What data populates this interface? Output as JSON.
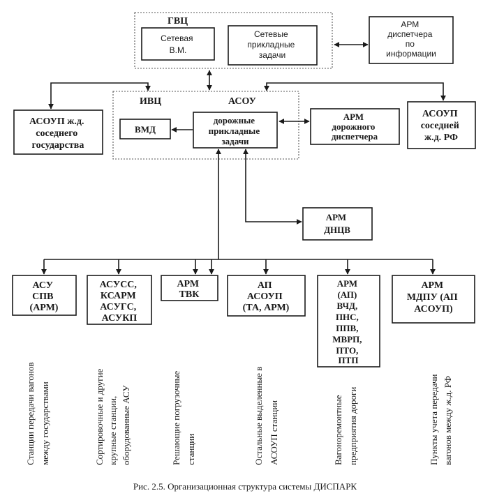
{
  "gvc": {
    "title": "ГВЦ",
    "set_vm": [
      "Сетевая",
      "В.М."
    ],
    "set_tasks": [
      "Сетевые",
      "прикладные",
      "задачи"
    ]
  },
  "arm_info": [
    "АРМ",
    "диспетчера",
    "по",
    "информации"
  ],
  "ivc": {
    "title": "ИВЦ",
    "asou": "АСОУ",
    "vmd": "ВМД",
    "road_tasks": [
      "дорожные",
      "прикладные",
      "задачи"
    ]
  },
  "asoup_neighbor_state": [
    "АСОУП ж.д.",
    "соседнего",
    "государства"
  ],
  "arm_road_disp": [
    "АРМ",
    "дорожного",
    "диспетчера"
  ],
  "asoup_neighbor_rf": [
    "АСОУП",
    "соседней",
    "ж.д. РФ"
  ],
  "arm_dncv": [
    "АРМ",
    "ДНЦВ"
  ],
  "bottom_boxes": [
    [
      "АСУ",
      "СПВ",
      "(АРМ)"
    ],
    [
      "АСУСС,",
      "КСАРМ",
      "АСУГС,",
      "АСУКП"
    ],
    [
      "АРМ",
      "ТВК"
    ],
    [
      "АП",
      "АСОУП",
      "(ТА, АРМ)"
    ],
    [
      "АРМ",
      "(АП)",
      "ВЧД,",
      "ПНС,",
      "ППВ,",
      "МВРП,",
      "ПТО,",
      "ПТП"
    ],
    [
      "АРМ",
      "МДПУ (АП",
      "АСОУП)"
    ]
  ],
  "captions": [
    [
      "Станции передачи вагонов",
      "между государствами"
    ],
    [
      "Сортировочные и другие",
      "крупные станции,",
      "оборудованные АСУ"
    ],
    [
      "Решающие погрузочные",
      "станции"
    ],
    [
      "Остальные выделенные в",
      "АСОУП станции"
    ],
    [
      "Вагоноремонтные",
      "предприятия дороги"
    ],
    [
      "Пункты учета передачи",
      "вагонов между ж.д. РФ"
    ]
  ],
  "figure_caption": "Рис. 2.5. Организационная структура системы ДИСПАРК"
}
